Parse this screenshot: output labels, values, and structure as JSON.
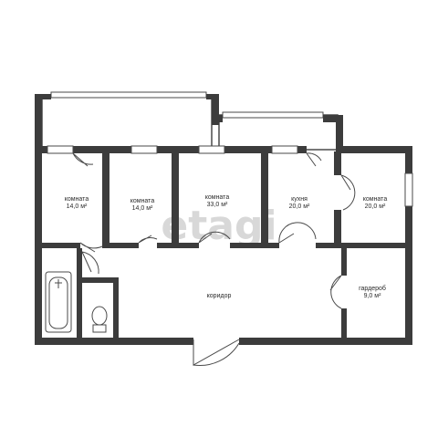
{
  "watermark": "etagi",
  "colors": {
    "wall": "#3c3c3c",
    "line": "#4a4a4a",
    "window": "#bdbdbd",
    "background": "#ffffff"
  },
  "rooms": [
    {
      "id": "room1",
      "name": "комнатa",
      "area": "14,0 м²"
    },
    {
      "id": "room2",
      "name": "комнатa",
      "area": "14,0 м²"
    },
    {
      "id": "room3",
      "name": "комнатa",
      "area": "33,0 м²"
    },
    {
      "id": "kitchen",
      "name": "кухня",
      "area": "20,0 м²"
    },
    {
      "id": "room4",
      "name": "комнатa",
      "area": "20,0 м²"
    },
    {
      "id": "corridor",
      "name": "коридор",
      "area": ""
    },
    {
      "id": "wardrobe",
      "name": "гардероб",
      "area": "9,0 м²"
    }
  ]
}
